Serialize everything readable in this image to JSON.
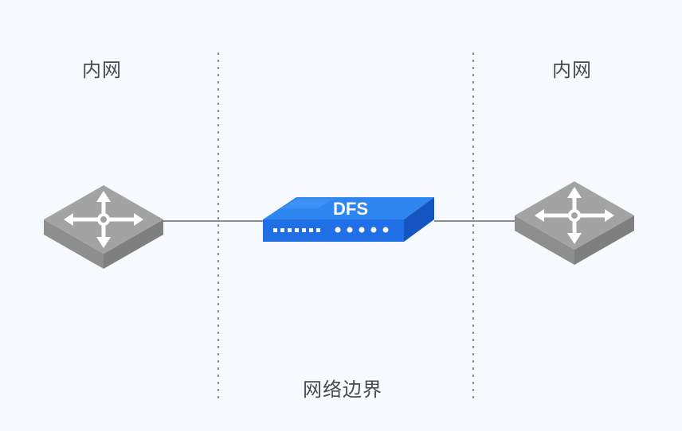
{
  "zones": {
    "left_label": "内网",
    "right_label": "内网",
    "boundary_label": "网络边界"
  },
  "device": {
    "label": "DFS",
    "icon": "firewall-appliance-icon",
    "color": "#1f6fe6"
  },
  "nodes": [
    {
      "name": "left-switch",
      "icon": "switch-icon"
    },
    {
      "name": "right-switch",
      "icon": "switch-icon"
    }
  ],
  "colors": {
    "switch_top": "#9a9a9a",
    "switch_side": "#8a8a8a",
    "link": "#8c8c8c",
    "boundary_line": "#8c8c8c"
  }
}
